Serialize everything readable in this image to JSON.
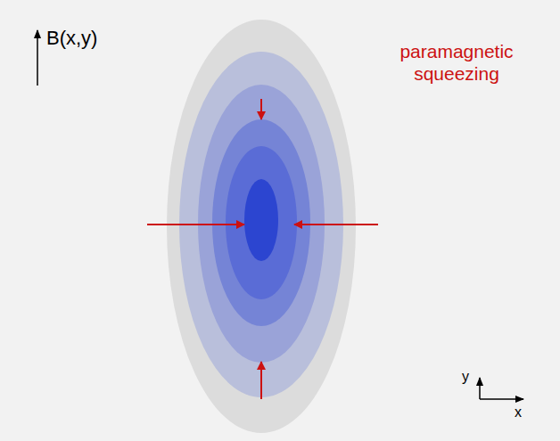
{
  "diagram": {
    "labels": [
      "B(x,y)",
      "paramagnetic squeezing",
      "y",
      "x"
    ]
  }
}
